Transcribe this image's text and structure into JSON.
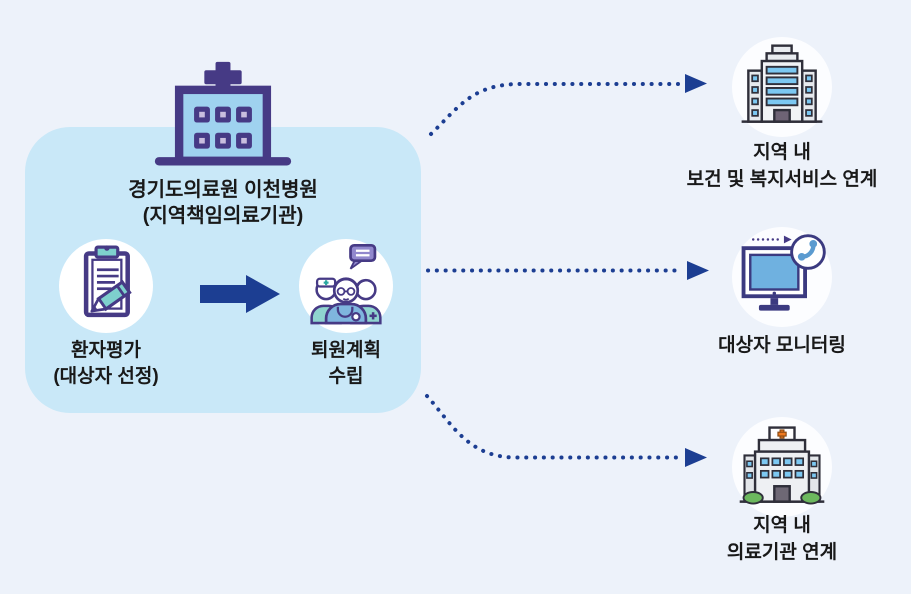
{
  "colors": {
    "page_background": "#edf2fa",
    "hub_box": "#c9e8f8",
    "connector_navy": "#1c3e92",
    "icon_purple": "#463a85",
    "icon_light_blue": "#9fd2ef",
    "icon_teal": "#7ed0cd",
    "window_blue": "#7cc8f2",
    "cross_orange": "#f0791e",
    "bush_green": "#6cb85e",
    "text": "#191919"
  },
  "hub": {
    "icon": "hospital-building-icon",
    "title_line1": "경기도의료원 이천병원",
    "title_line2": "(지역책임의료기관)",
    "steps": [
      {
        "icon": "clipboard-pencil-icon",
        "label_line1": "환자평가",
        "label_line2": "(대상자 선정)"
      },
      {
        "icon": "medical-team-icon",
        "label_line1": "퇴원계획",
        "label_line2": "수립"
      }
    ],
    "arrow_icon": "right-arrow-icon"
  },
  "targets": [
    {
      "icon": "office-building-icon",
      "label_line1": "지역 내",
      "label_line2": "보건 및 복지서비스 연계"
    },
    {
      "icon": "monitor-phone-icon",
      "label_line1": "대상자 모니터링",
      "label_line2": ""
    },
    {
      "icon": "hospital-clinic-icon",
      "label_line1": "지역 내",
      "label_line2": "의료기관 연계"
    }
  ]
}
